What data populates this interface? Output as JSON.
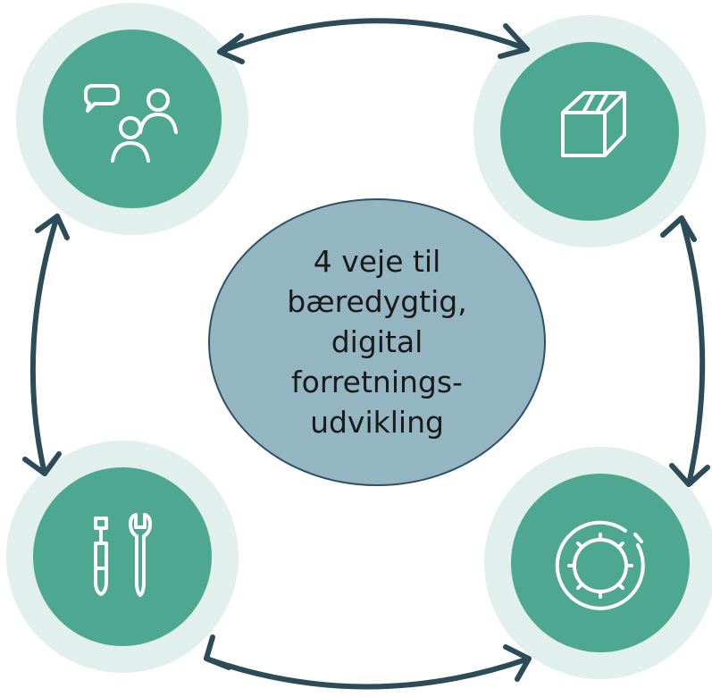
{
  "center": {
    "text": "4 veje til\nbæredygtig,\ndigital\nforretnings-\nudvikling",
    "fill": "#94b6c2",
    "stroke": "#2f5066"
  },
  "nodes": [
    {
      "id": "people",
      "icon": "people-chat-icon"
    },
    {
      "id": "box",
      "icon": "box-icon"
    },
    {
      "id": "tools",
      "icon": "tools-icon"
    },
    {
      "id": "cycle",
      "icon": "circular-gear-icon"
    }
  ],
  "colors": {
    "node_fill": "#4ea891",
    "node_halo": "#e1f0ec",
    "arrow": "#2c4c59",
    "icon": "#ffffff"
  }
}
